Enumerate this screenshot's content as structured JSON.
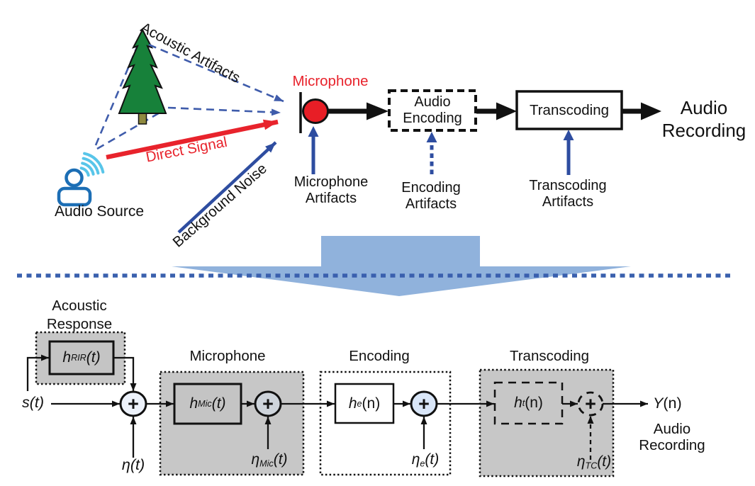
{
  "colors": {
    "red": "#e8232c",
    "navy_arrow": "#2e4da0",
    "dashed_blue": "#3f5cab",
    "big_arrow_blue": "#90b2dc",
    "divider_blue": "#3a60ae",
    "tree_green": "#17813a",
    "person_blue": "#1c6eb5",
    "wave_blue": "#58c5e9",
    "box_gray": "#c7c7c7",
    "mic_red": "#e81e26"
  },
  "top": {
    "acoustic_artifacts": "Acoustic Artifacts",
    "direct_signal": "Direct Signal",
    "background_noise": "Background Noise",
    "audio_source": "Audio Source",
    "microphone": "Microphone",
    "microphone_artifacts_1": "Microphone",
    "microphone_artifacts_2": "Artifacts",
    "audio_encoding_1": "Audio",
    "audio_encoding_2": "Encoding",
    "encoding_artifacts_1": "Encoding",
    "encoding_artifacts_2": "Artifacts",
    "transcoding": "Transcoding",
    "transcoding_artifacts_1": "Transcoding",
    "transcoding_artifacts_2": "Artifacts",
    "audio_recording_1": "Audio",
    "audio_recording_2": "Recording"
  },
  "bottom": {
    "acoustic_response_1": "Acoustic",
    "acoustic_response_2": "Response",
    "microphone_section": "Microphone",
    "encoding_section": "Encoding",
    "transcoding_section": "Transcoding",
    "s_base": "s",
    "s_arg": "(t)",
    "eta_base": "η",
    "eta_arg": "(t)",
    "h_rir_base": "h",
    "h_rir_sub": "RIR",
    "h_rir_arg": "(t)",
    "h_mic_base": "h",
    "h_mic_sub": "Mic",
    "h_mic_arg": "(t)",
    "eta_mic_base": "η",
    "eta_mic_sub": "Mic",
    "eta_mic_arg": "(t)",
    "h_e_base": "h",
    "h_e_sub": "e",
    "h_e_arg": "(n)",
    "eta_e_base": "η",
    "eta_e_sub": "e",
    "eta_e_arg": "(t)",
    "h_t_base": "h",
    "h_t_sub": "t",
    "h_t_arg": "(n)",
    "eta_tc_base": "η",
    "eta_tc_sub": "TC",
    "eta_tc_arg": "(t)",
    "y_base": "Y",
    "y_arg": "(n)",
    "audio_recording_1": "Audio",
    "audio_recording_2": "Recording",
    "plus": "+"
  }
}
